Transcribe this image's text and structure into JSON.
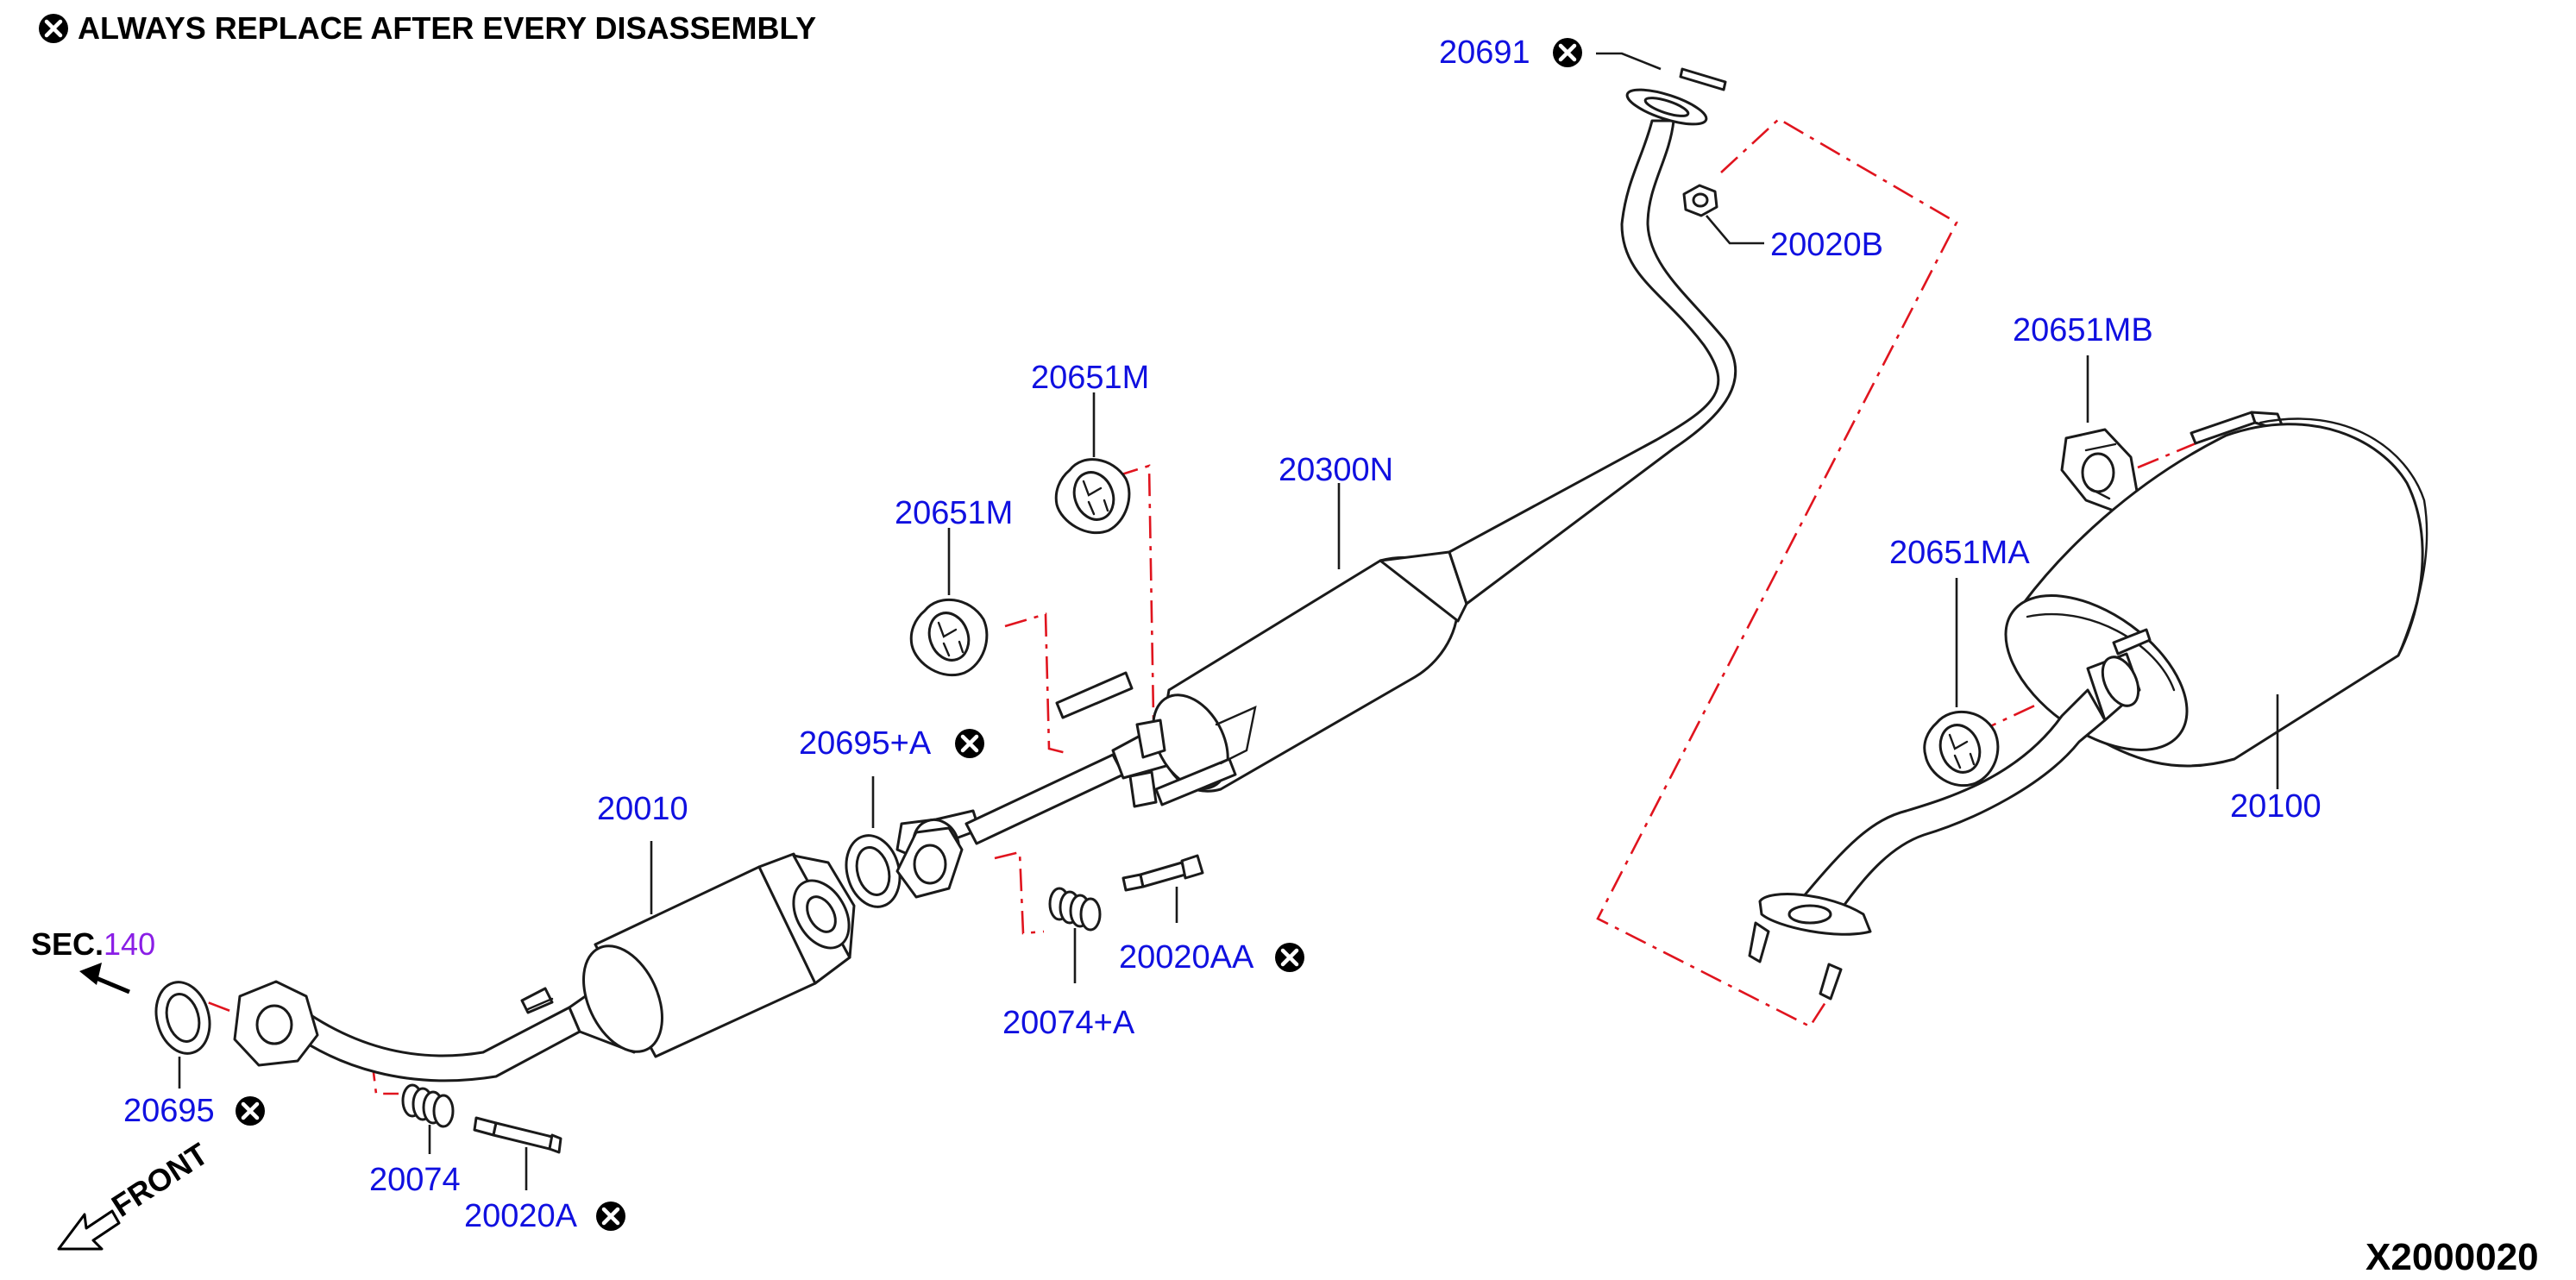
{
  "header": {
    "note": "ALWAYS REPLACE AFTER EVERY DISASSEMBLY"
  },
  "icons": {
    "replace_marker": "x-circle-icon",
    "front_arrow": "front-arrow-icon"
  },
  "colors": {
    "callout_text": "#1010e0",
    "section_ref": "#8a1ee6",
    "dashed_lines": "#e0141e",
    "line_art": "#1a1a1a"
  },
  "parts": {
    "p20691": "20691",
    "p20020B": "20020B",
    "p20651MB": "20651MB",
    "p20651M_upper": "20651M",
    "p20651M_lower": "20651M",
    "p20300N": "20300N",
    "p20651MA": "20651MA",
    "p20695A": "20695+A",
    "p20010": "20010",
    "p20100": "20100",
    "p20020AA": "20020AA",
    "p20074A": "20074+A",
    "p20695": "20695",
    "p20074": "20074",
    "p20020A": "20020A"
  },
  "section_ref": {
    "prefix": "SEC.",
    "number": "140"
  },
  "front_label": "FRONT",
  "diagram_code": "X2000020"
}
